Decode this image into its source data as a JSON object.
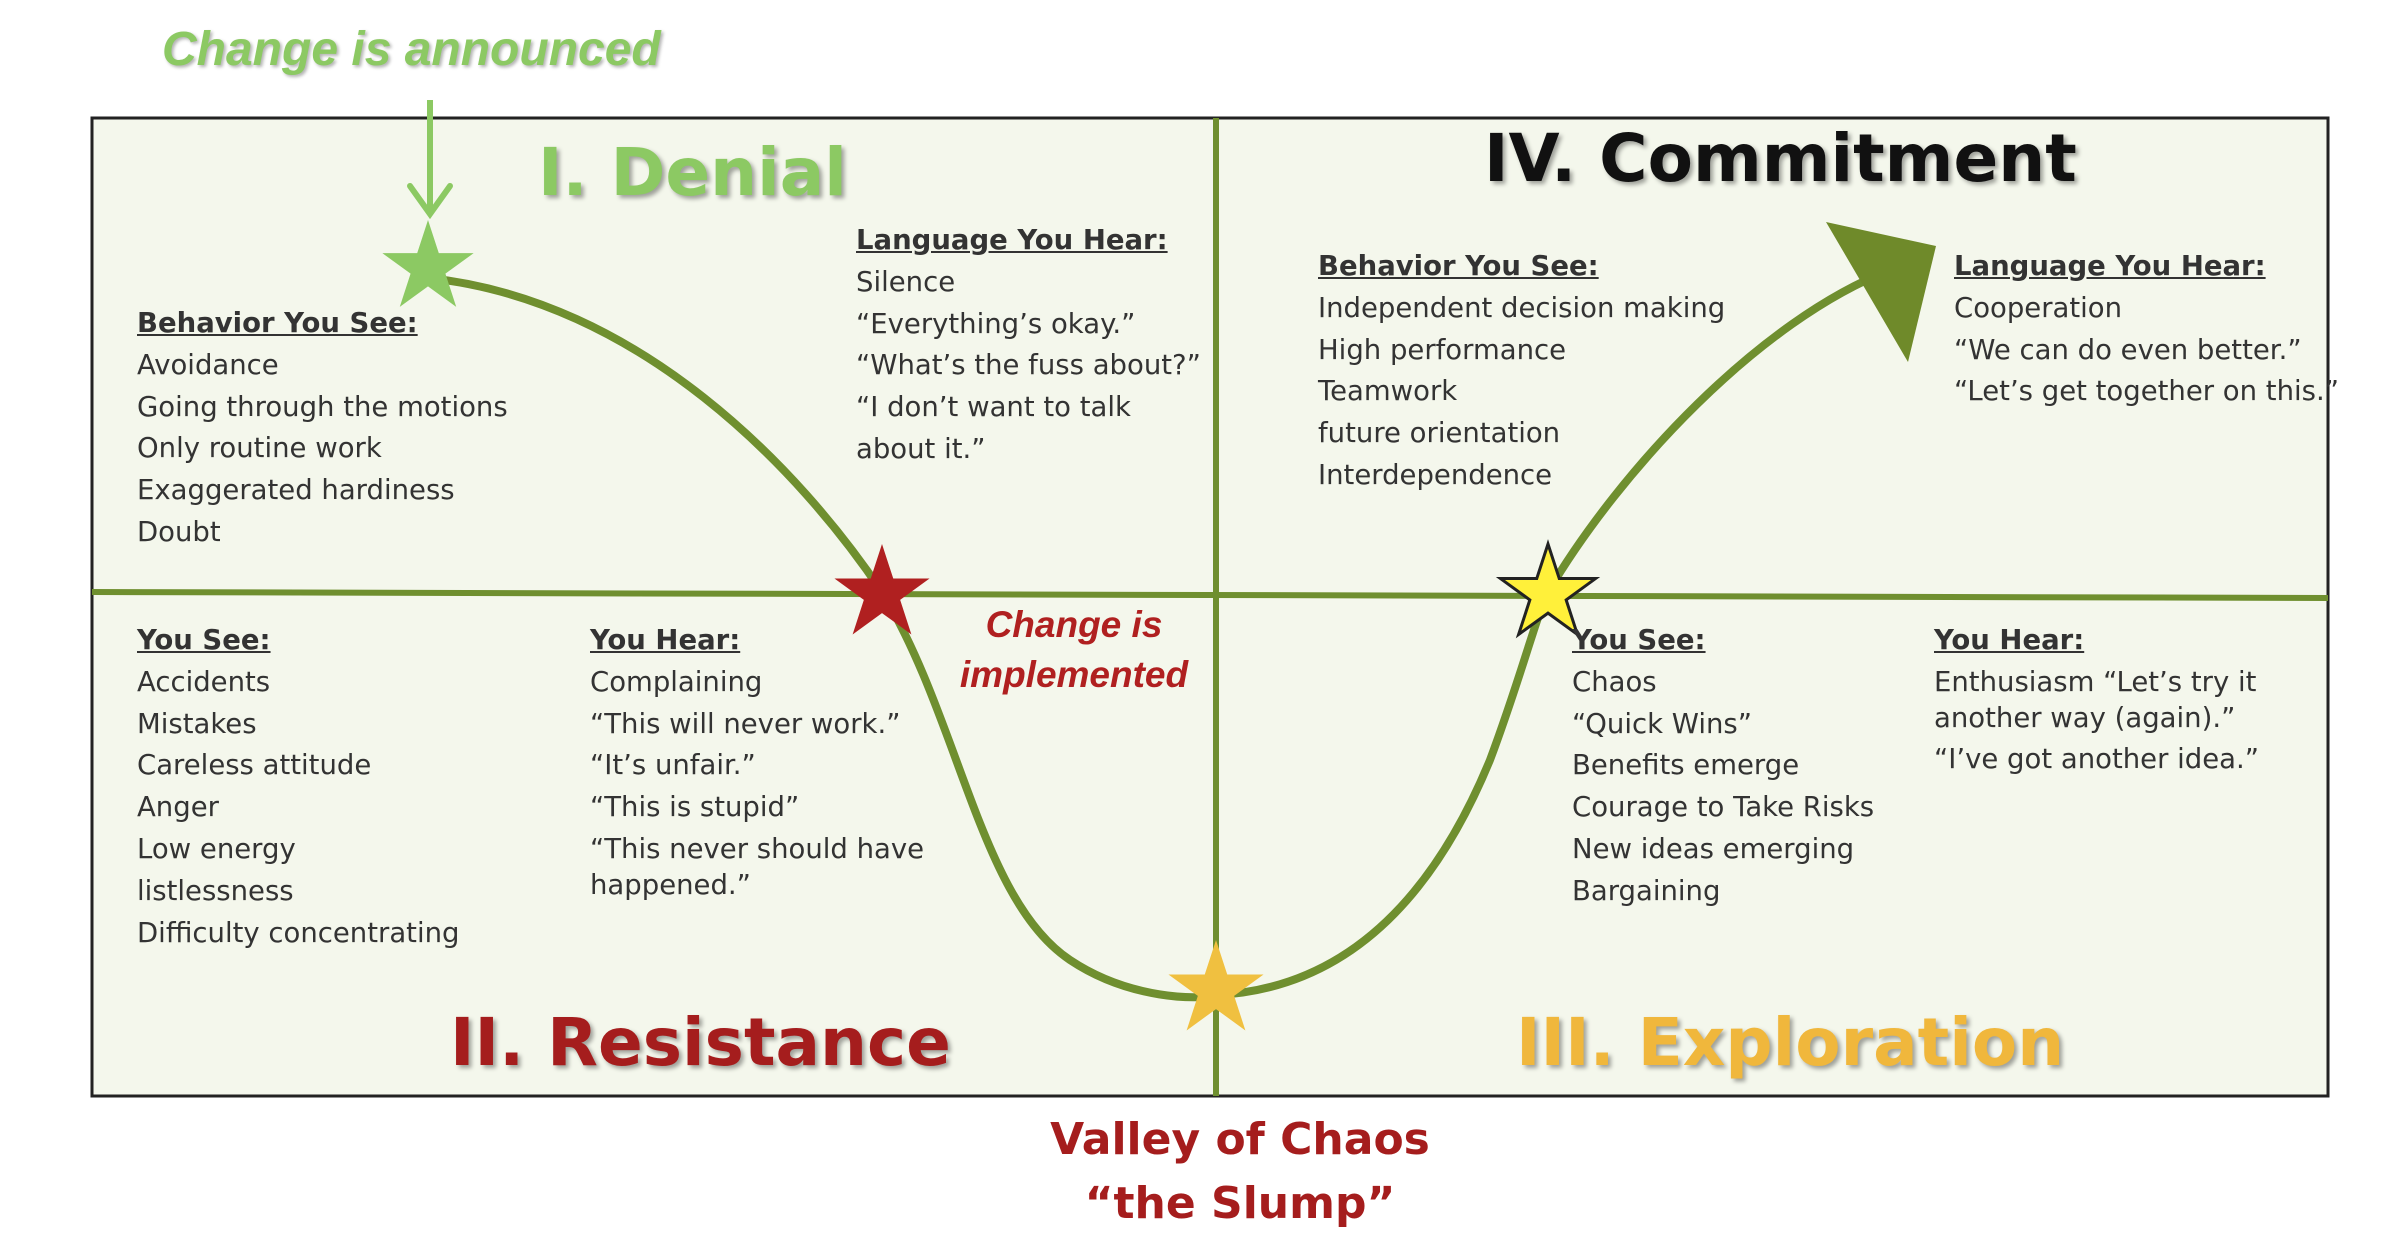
{
  "announce": "Change is announced",
  "implemented": [
    "Change is",
    "implemented"
  ],
  "valley": [
    "Valley of Chaos",
    "“the Slump”"
  ],
  "quadrants": {
    "denial": {
      "title": "I. Denial",
      "color": "#8cc963",
      "behavior": {
        "heading": "Behavior You See:",
        "items": [
          "Avoidance",
          "Going through the motions",
          "Only routine work",
          "Exaggerated hardiness",
          "Doubt"
        ]
      },
      "language": {
        "heading": "Language You Hear:",
        "items": [
          "Silence",
          "“Everything’s okay.”",
          "“What’s the fuss about?”",
          "“I don’t want to talk",
          "about it.”"
        ]
      }
    },
    "resistance": {
      "title": "II. Resistance",
      "color": "#a51d1d",
      "see": {
        "heading": "You See:",
        "items": [
          "Accidents",
          "Mistakes",
          "Careless attitude",
          "Anger",
          "Low energy",
          "listlessness",
          "Difficulty concentrating"
        ]
      },
      "hear": {
        "heading": "You Hear:",
        "items": [
          "Complaining",
          "“This will never work.”",
          "“It’s unfair.”",
          "“This is stupid”",
          "“This never should have",
          "happened.”"
        ]
      }
    },
    "exploration": {
      "title": "III. Exploration",
      "color": "#f0b73c",
      "see": {
        "heading": "You See:",
        "items": [
          "Chaos",
          "“Quick Wins”",
          "Benefits emerge",
          "Courage to Take Risks",
          "New ideas emerging",
          "Bargaining"
        ]
      },
      "hear": {
        "heading": "You Hear:",
        "items": [
          "Enthusiasm “Let’s try it",
          "another way (again).”",
          "“I’ve got another idea.”"
        ]
      }
    },
    "commitment": {
      "title": "IV. Commitment",
      "color": "#111111",
      "behavior": {
        "heading": "Behavior You See:",
        "items": [
          "Independent decision making",
          "High performance",
          "Teamwork",
          "future orientation",
          "Interdependence"
        ]
      },
      "language": {
        "heading": "Language You Hear:",
        "items": [
          "Cooperation",
          "“We can do even better.”",
          "“Let’s get together on this.”"
        ]
      }
    }
  },
  "colors": {
    "panel": "#f4f7ec",
    "curve": "#6f8f2f",
    "arrowhead": "#6f8a2a",
    "star_green": "#8cc963",
    "star_red": "#b02020",
    "star_gold": "#f0c040",
    "star_yellow": "#fff03a"
  }
}
